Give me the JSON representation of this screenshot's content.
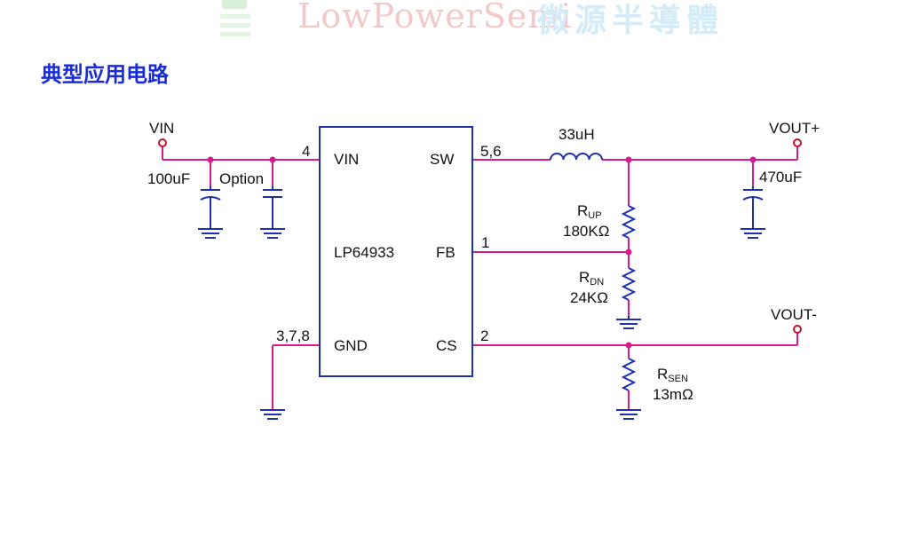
{
  "watermark": {
    "brand": "LowPowerSemi",
    "chinese": "微源半導體",
    "logo_icon": "chip-logo-icon"
  },
  "section_title": "典型应用电路",
  "ic": {
    "part_number": "LP64933",
    "pins": {
      "vin": {
        "name": "VIN",
        "number": "4"
      },
      "sw": {
        "name": "SW",
        "number": "5,6"
      },
      "fb": {
        "name": "FB",
        "number": "1"
      },
      "gnd": {
        "name": "GND",
        "number": "3,7,8"
      },
      "cs": {
        "name": "CS",
        "number": "2"
      }
    }
  },
  "terminals": {
    "vin": "VIN",
    "vout_plus": "VOUT+",
    "vout_minus": "VOUT-"
  },
  "components": {
    "c_in": {
      "value": "100uF"
    },
    "c_option": {
      "value": "Option"
    },
    "inductor": {
      "value": "33uH"
    },
    "c_out": {
      "value": "470uF"
    },
    "r_up": {
      "name_main": "R",
      "name_sub": "UP",
      "value": "180KΩ"
    },
    "r_dn": {
      "name_main": "R",
      "name_sub": "DN",
      "value": "24KΩ"
    },
    "r_sen": {
      "name_main": "R",
      "name_sub": "SEN",
      "value": "13mΩ"
    }
  },
  "colors": {
    "wire": "#d81b8c",
    "component": "#1f2fb0",
    "terminal": "#c8102e",
    "title": "#1a2bd8",
    "text": "#111111"
  }
}
